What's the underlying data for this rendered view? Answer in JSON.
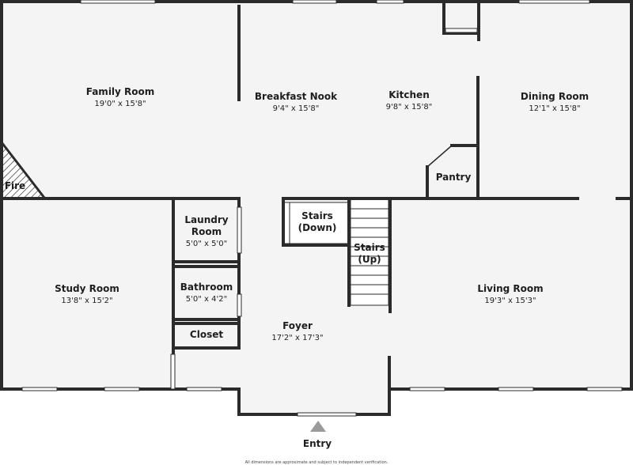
{
  "rooms": {
    "family_room": {
      "name": "Family Room",
      "dims": "19'0\" x 15'8\""
    },
    "breakfast_nook": {
      "name": "Breakfast Nook",
      "dims": "9'4\" x 15'8\""
    },
    "kitchen": {
      "name": "Kitchen",
      "dims": "9'8\" x 15'8\""
    },
    "dining_room": {
      "name": "Dining Room",
      "dims": "12'1\" x 15'8\""
    },
    "pantry": {
      "name": "Pantry"
    },
    "fire": {
      "name": "Fire"
    },
    "stairs_down": {
      "name_line1": "Stairs",
      "name_line2": "(Down)"
    },
    "stairs_up": {
      "name_line1": "Stairs",
      "name_line2": "(Up)"
    },
    "laundry_room": {
      "name_line1": "Laundry",
      "name_line2": "Room",
      "dims": "5'0\" x 5'0\""
    },
    "bathroom": {
      "name": "Bathroom",
      "dims": "5'0\" x 4'2\""
    },
    "closet": {
      "name": "Closet"
    },
    "study_room": {
      "name": "Study Room",
      "dims": "13'8\" x 15'2\""
    },
    "foyer": {
      "name": "Foyer",
      "dims": "17'2\" x 17'3\""
    },
    "living_room": {
      "name": "Living Room",
      "dims": "19'3\" x 15'3\""
    }
  },
  "entry": {
    "label": "Entry"
  },
  "footer": {
    "disclaimer": "All dimensions are approximate and subject to independent verification."
  },
  "colors": {
    "floor": "#f4f4f4",
    "wall": "#2b2b2b",
    "window": "#c8c8c8",
    "entry_arrow": "#9a9a9a"
  }
}
